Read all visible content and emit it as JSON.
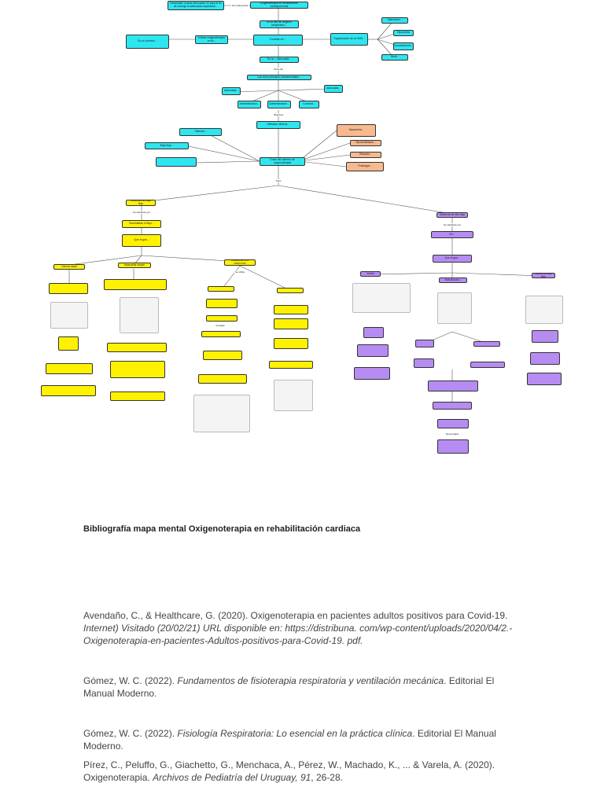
{
  "colors": {
    "cyan": "#2ee6f0",
    "yellow": "#fff200",
    "purple": "#b68cf2",
    "orange": "#f7b98e",
    "line": "#555555"
  },
  "concept_map": {
    "nodes": {
      "top_left": "Necesidad: Indicar adecuada O2 para el fin de corregir la adecuada respiración...",
      "top_main": "Oxigenoterapia en rehabilitación cardiopulmonar",
      "n2": "Es el uso de oxígeno terapéutico...",
      "right_a": "Organización de la OMS...",
      "right_b1": "Saturación...",
      "right_b2": "Hipoxemia",
      "right_b3": "Concentración...",
      "right_b4": "Nivel...",
      "left_a": "Indicar oxigenoterapia en la...",
      "left_b": "Es un proceso...",
      "n3": "Consiste en ...",
      "n4": "En la ... adecuada...",
      "n5": "Las cinco principios fundamentales...",
      "s1": "Adecuada...",
      "s2": "Administración...",
      "s3": "Administración...",
      "s4": "Concent...",
      "s5": "Adecuada...",
      "mid": "Métodos clínicos...",
      "left_m1": "Sistema...",
      "left_m2": "Bajo flujo...",
      "left_m3": "...",
      "center": "Dosis del sistema de oxigenoterapia",
      "o1": "Hipoxemia...",
      "o2": "Hipoventilación...",
      "o3": "Relación...",
      "o4": "Prolongar...",
      "y1": "Sistemas de bajo flujo",
      "y2": "Suministran el flujo...",
      "y3": "Que el gas...",
      "ya": "Cánula nasal",
      "yb": "Mascarilla simple",
      "yc": "Mascarilla con reservorio",
      "p1": "Sistemas de alto flujo",
      "p2": "Es...",
      "p3": "Que el gas...",
      "pa": "Venturi",
      "pb": "Nebulizador...",
      "pc": "Cánula de alto flujo"
    },
    "connectors": {
      "k1": "Se fundamenta",
      "k2": "Para ello",
      "k3": "Objetivos",
      "k4": "Tipos",
      "k5": "Se clasifican por",
      "k6": "Se utiliza",
      "k7": "Ventajas",
      "k8": "Desventajas"
    }
  },
  "bibliography": {
    "title": "Bibliografía mapa mental Oxigenoterapia en rehabilitación cardiaca",
    "refs": [
      {
        "lead": "Avendaño, C., & Healthcare, G. (2020). Oxigenoterapia en pacientes adultos positivos para Covid-19. ",
        "italic": "Internet) Visitado (20/02/21) URL disponible en: https://distribuna. com/wp-content/uploads/2020/04/2.-Oxigenoterapia-en-pacientes-Adultos-positivos-para-Covid-19. pdf.",
        "tail": ""
      },
      {
        "lead": "Gómez, W. C. (2022). ",
        "italic": "Fundamentos de fisioterapia respiratoria y ventilación mecánica",
        "tail": ". Editorial El Manual Moderno."
      },
      {
        "lead": "Gómez, W. C. (2022). ",
        "italic": "Fisiología Respiratoria: Lo esencial en la práctica clínica",
        "tail": ". Editorial El Manual Moderno."
      },
      {
        "lead": "Pírez, C., Peluffo, G., Giachetto, G., Menchaca, A., Pérez, W., Machado, K., ... & Varela, A. (2020). Oxigenoterapia. ",
        "italic": "Archivos de Pediatría del Uruguay, 91",
        "tail": ", 26-28."
      }
    ]
  }
}
